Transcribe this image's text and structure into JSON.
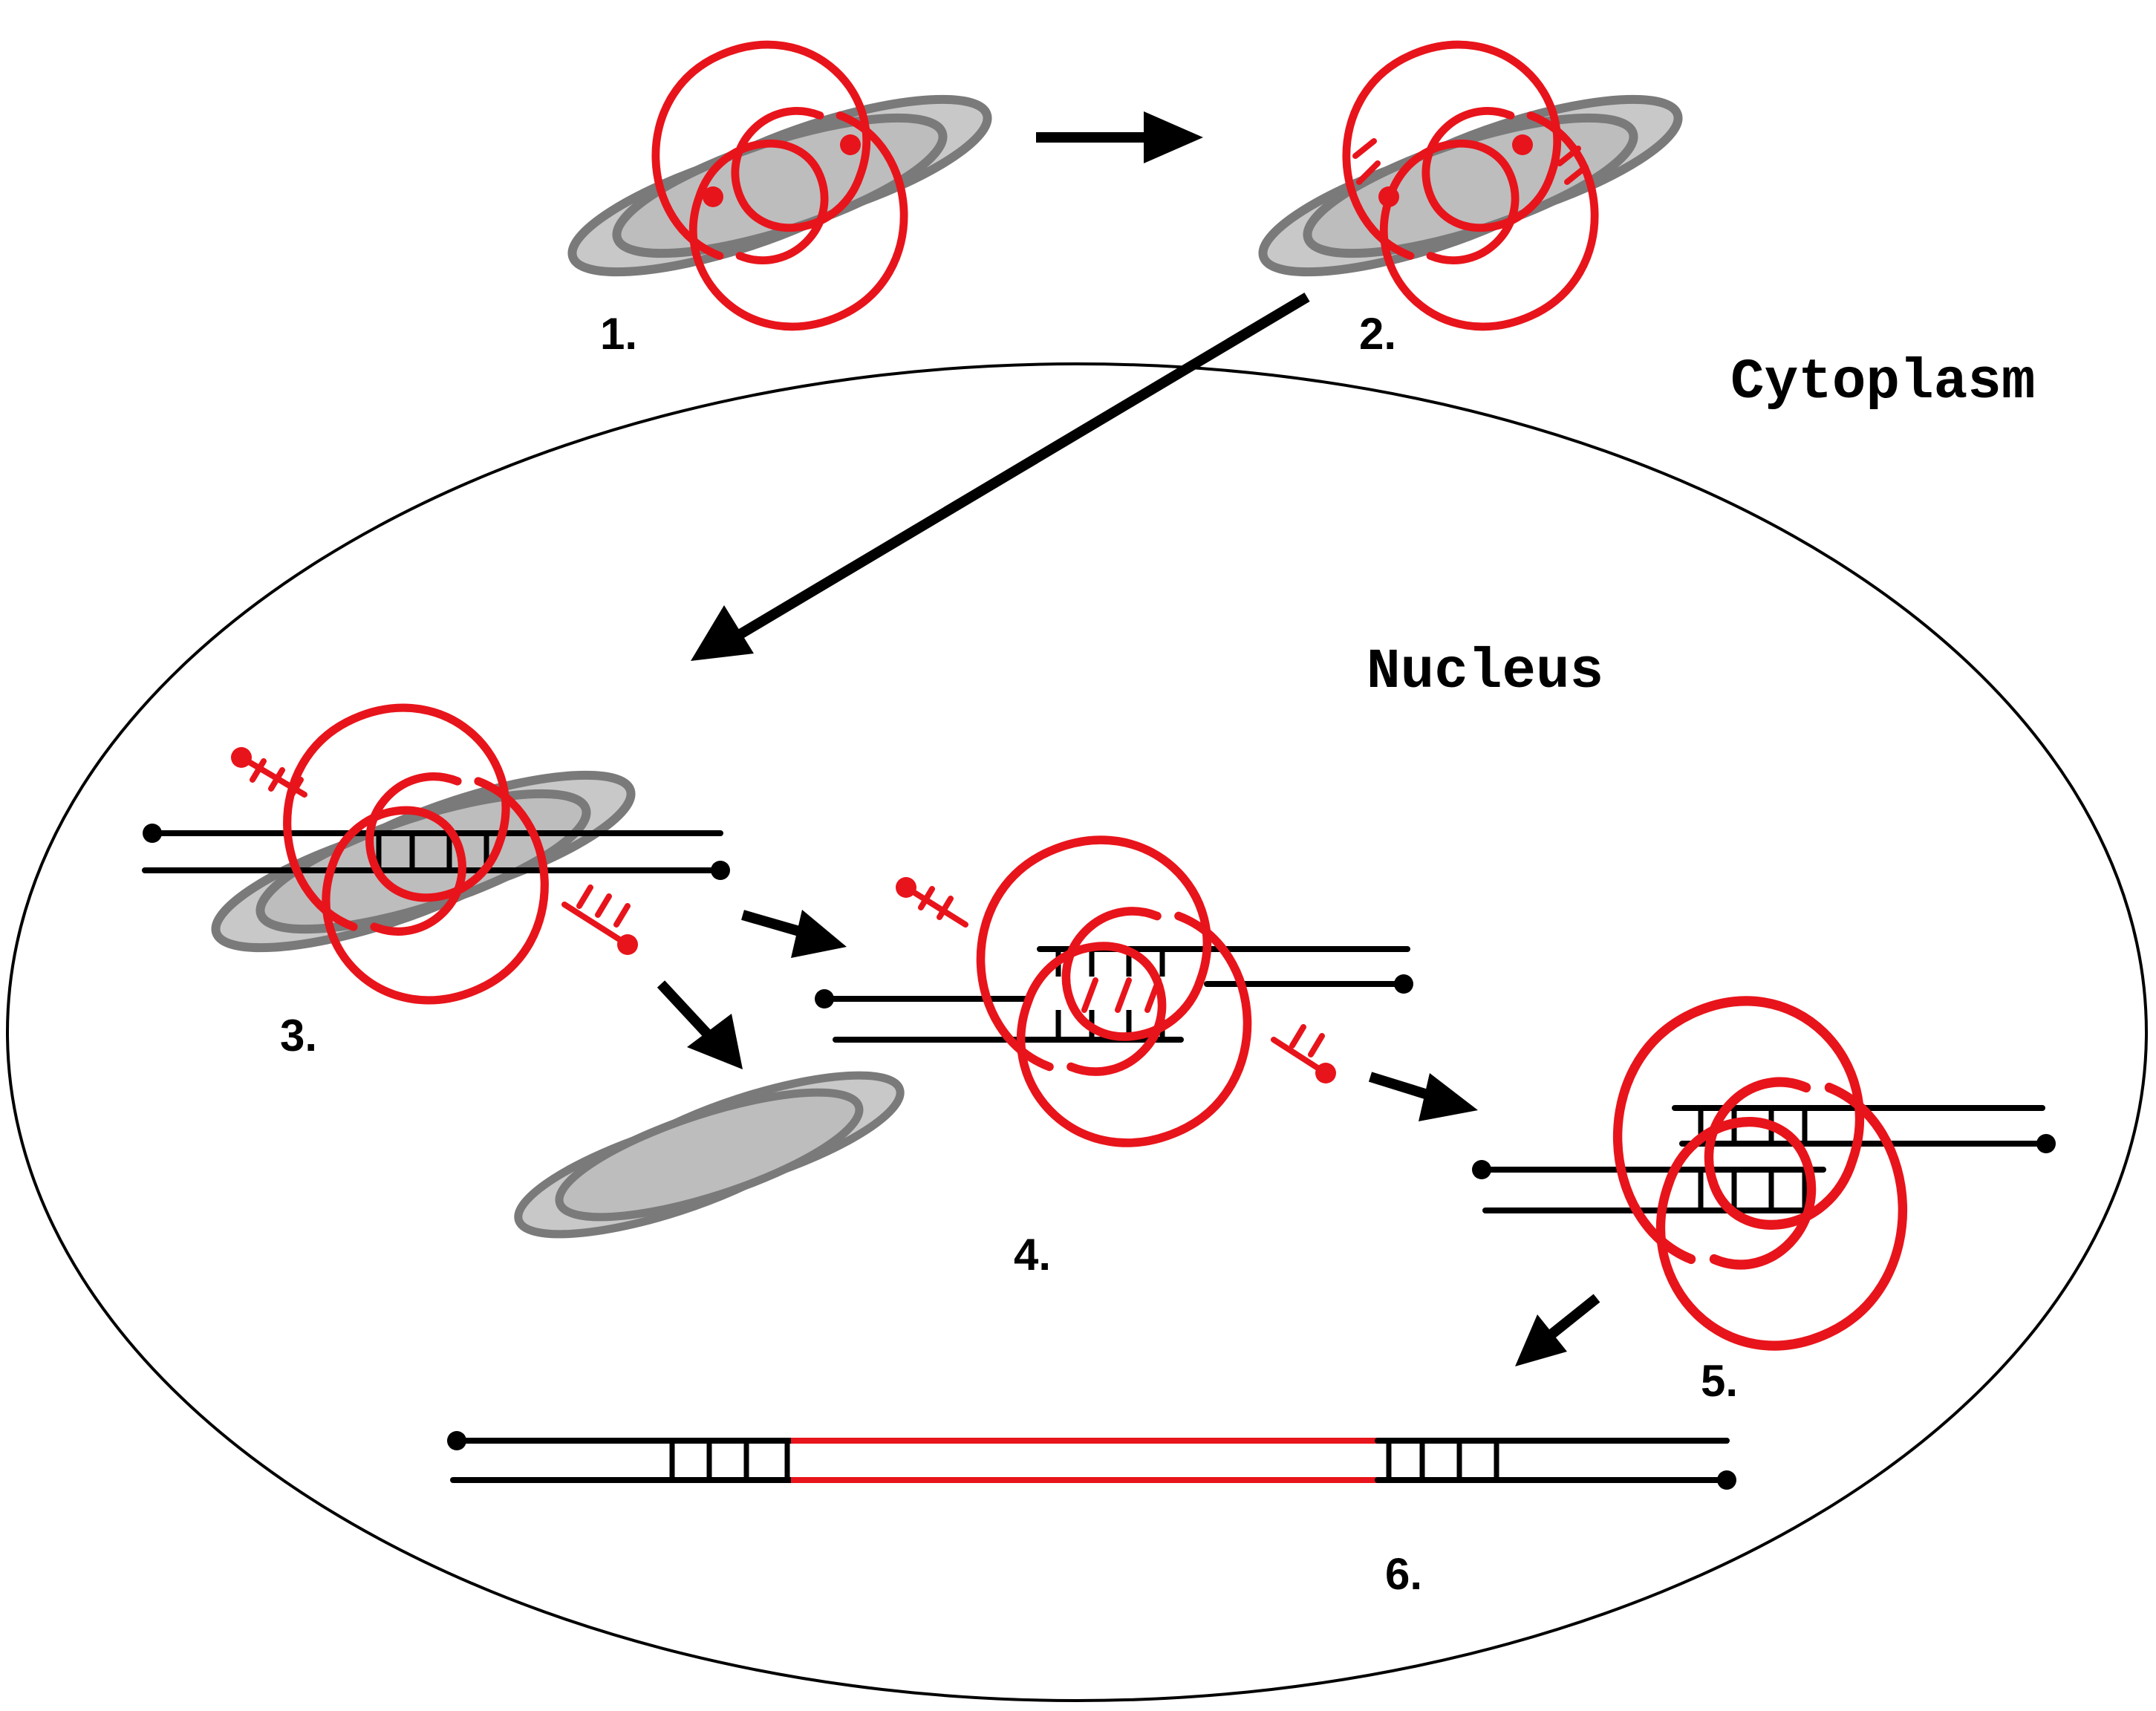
{
  "labels": {
    "cytoplasm": "Cytoplasm",
    "nucleus": "Nucleus"
  },
  "steps": [
    "1.",
    "2.",
    "3.",
    "4.",
    "5.",
    "6."
  ],
  "colors": {
    "rna": "#e8141b",
    "dna": "#000000",
    "protein_fill": "#c8c8c8",
    "protein_stroke": "#7a7a7a"
  }
}
